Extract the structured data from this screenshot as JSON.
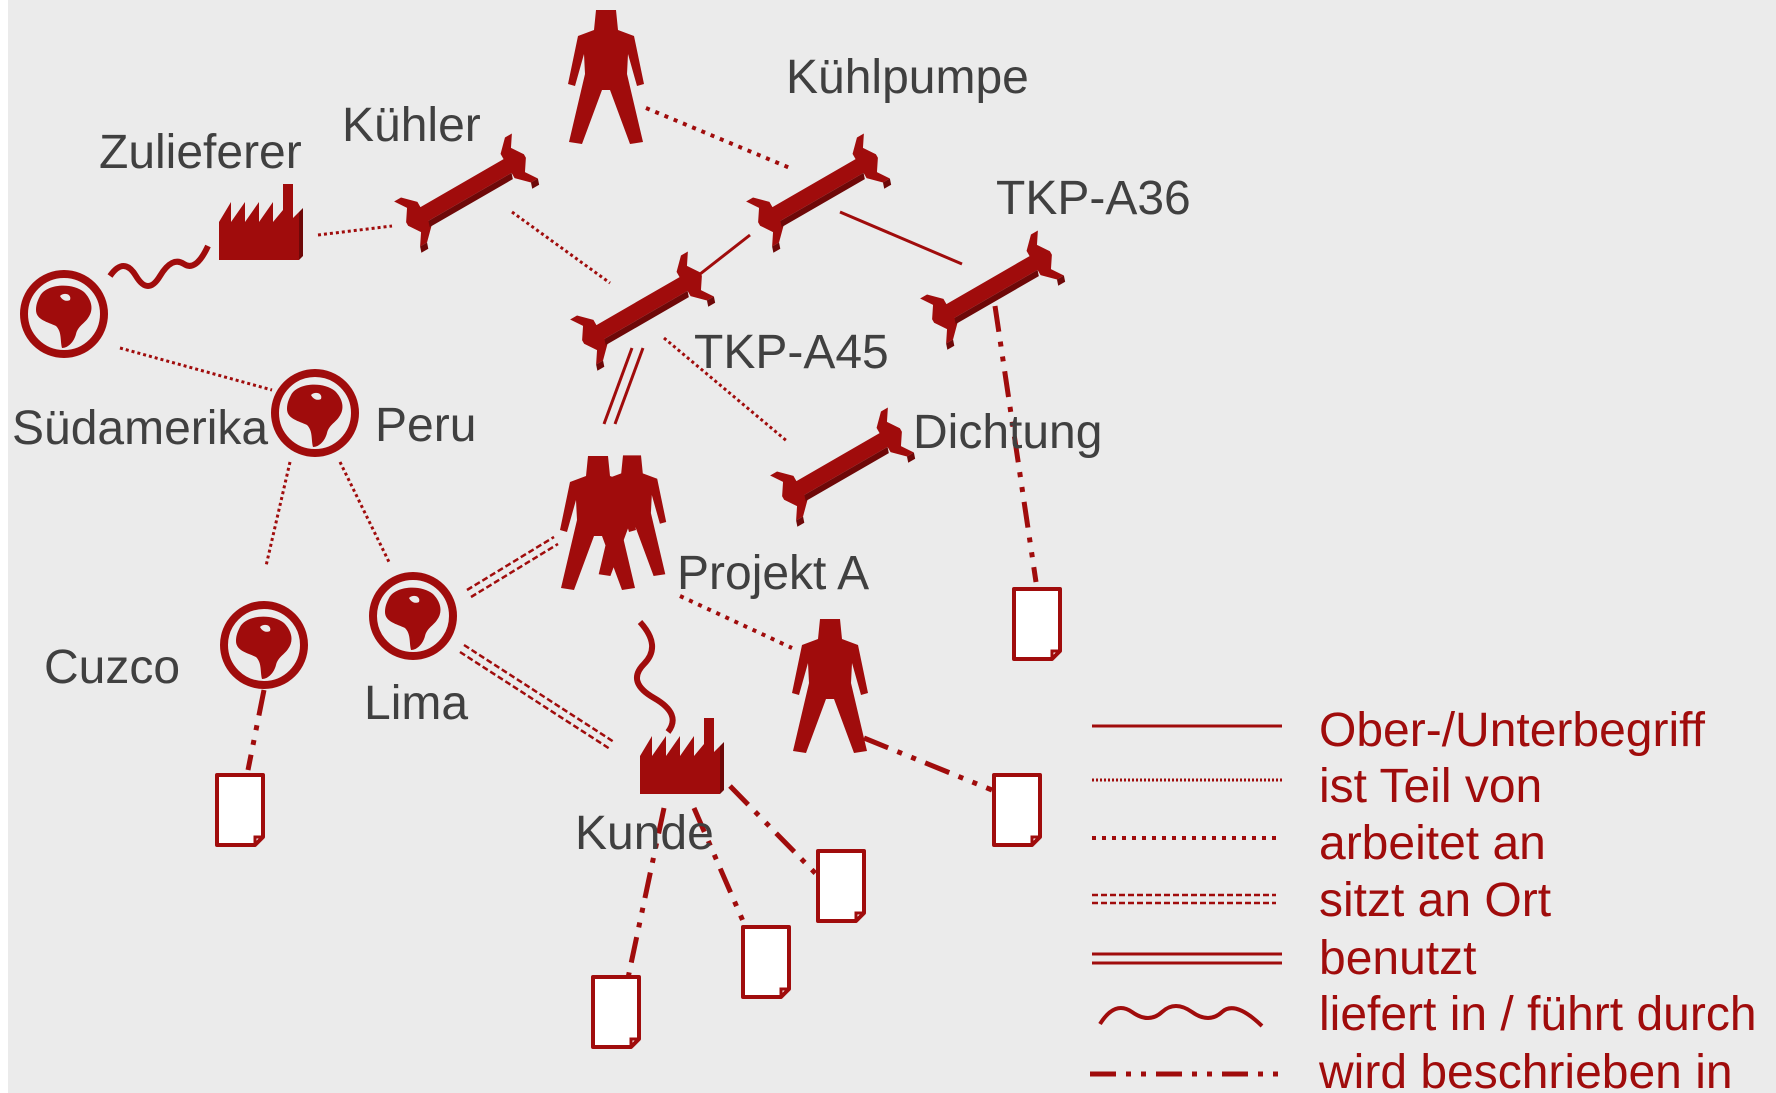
{
  "colors": {
    "accent": "#a00c0c",
    "label": "#404040",
    "background": "#ebebeb"
  },
  "nodes": {
    "zulieferer": "Zulieferer",
    "kuehler": "Kühler",
    "kuehlpumpe": "Kühlpumpe",
    "tkp_a36": "TKP-A36",
    "tkp_a45": "TKP-A45",
    "suedamerika": "Südamerika",
    "peru": "Peru",
    "dichtung": "Dichtung",
    "projekt_a": "Projekt A",
    "cuzco": "Cuzco",
    "lima": "Lima",
    "kunde": "Kunde"
  },
  "legend": [
    {
      "style": "solid",
      "label": "Ober-/Unterbegriff"
    },
    {
      "style": "dense-dotted",
      "label": "ist Teil von"
    },
    {
      "style": "dotted",
      "label": "arbeitet an"
    },
    {
      "style": "double-dashed",
      "label": "sitzt an Ort"
    },
    {
      "style": "double",
      "label": "benutzt"
    },
    {
      "style": "wave",
      "label": "liefert in / führt durch"
    },
    {
      "style": "dash-dot",
      "label": "wird beschrieben in"
    }
  ],
  "icons": [
    "person-icon",
    "group-icon",
    "wrench-icon",
    "factory-icon",
    "globe-icon",
    "document-icon"
  ]
}
